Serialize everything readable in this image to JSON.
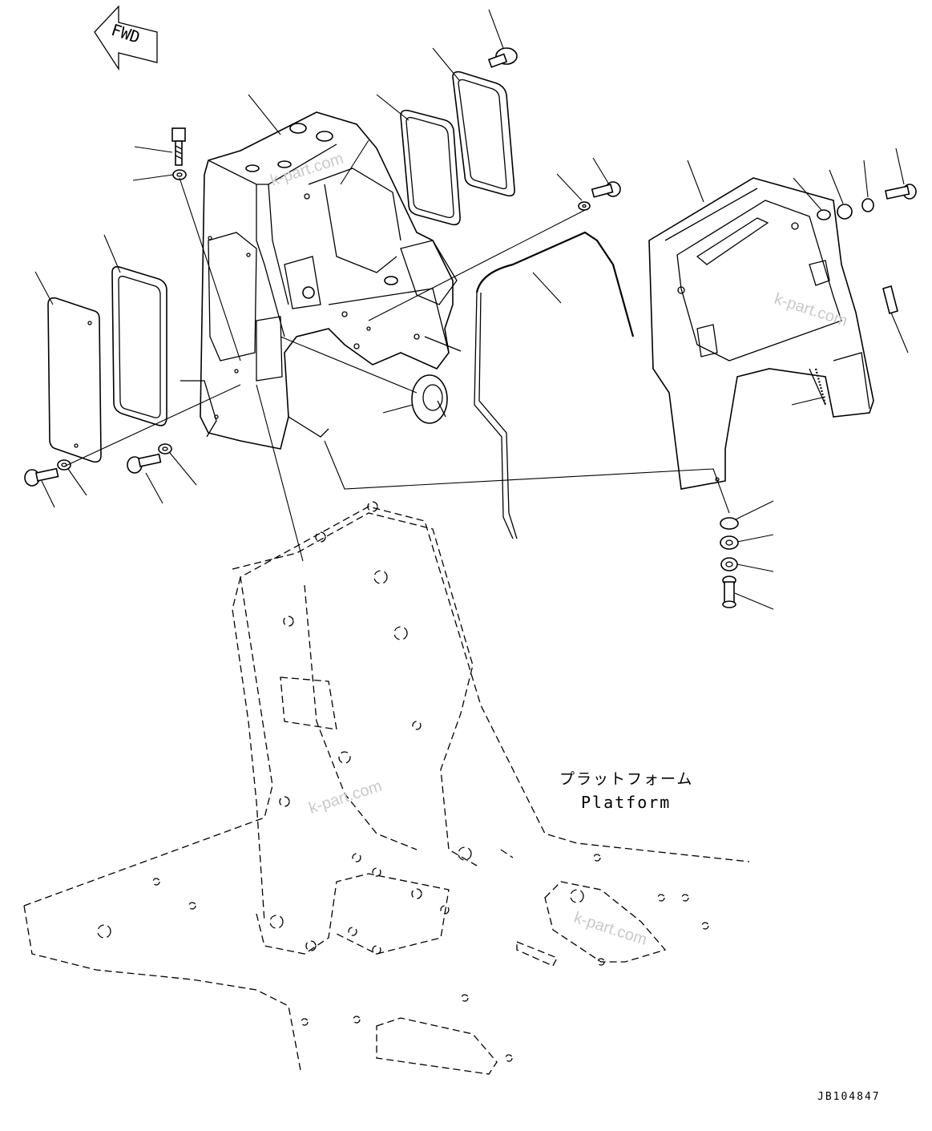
{
  "fwd_label": "FWD",
  "platform": {
    "label_jp": "プラットフォーム",
    "label_en": "Platform"
  },
  "drawing_code": "JB104847",
  "watermark": "k-part.com"
}
